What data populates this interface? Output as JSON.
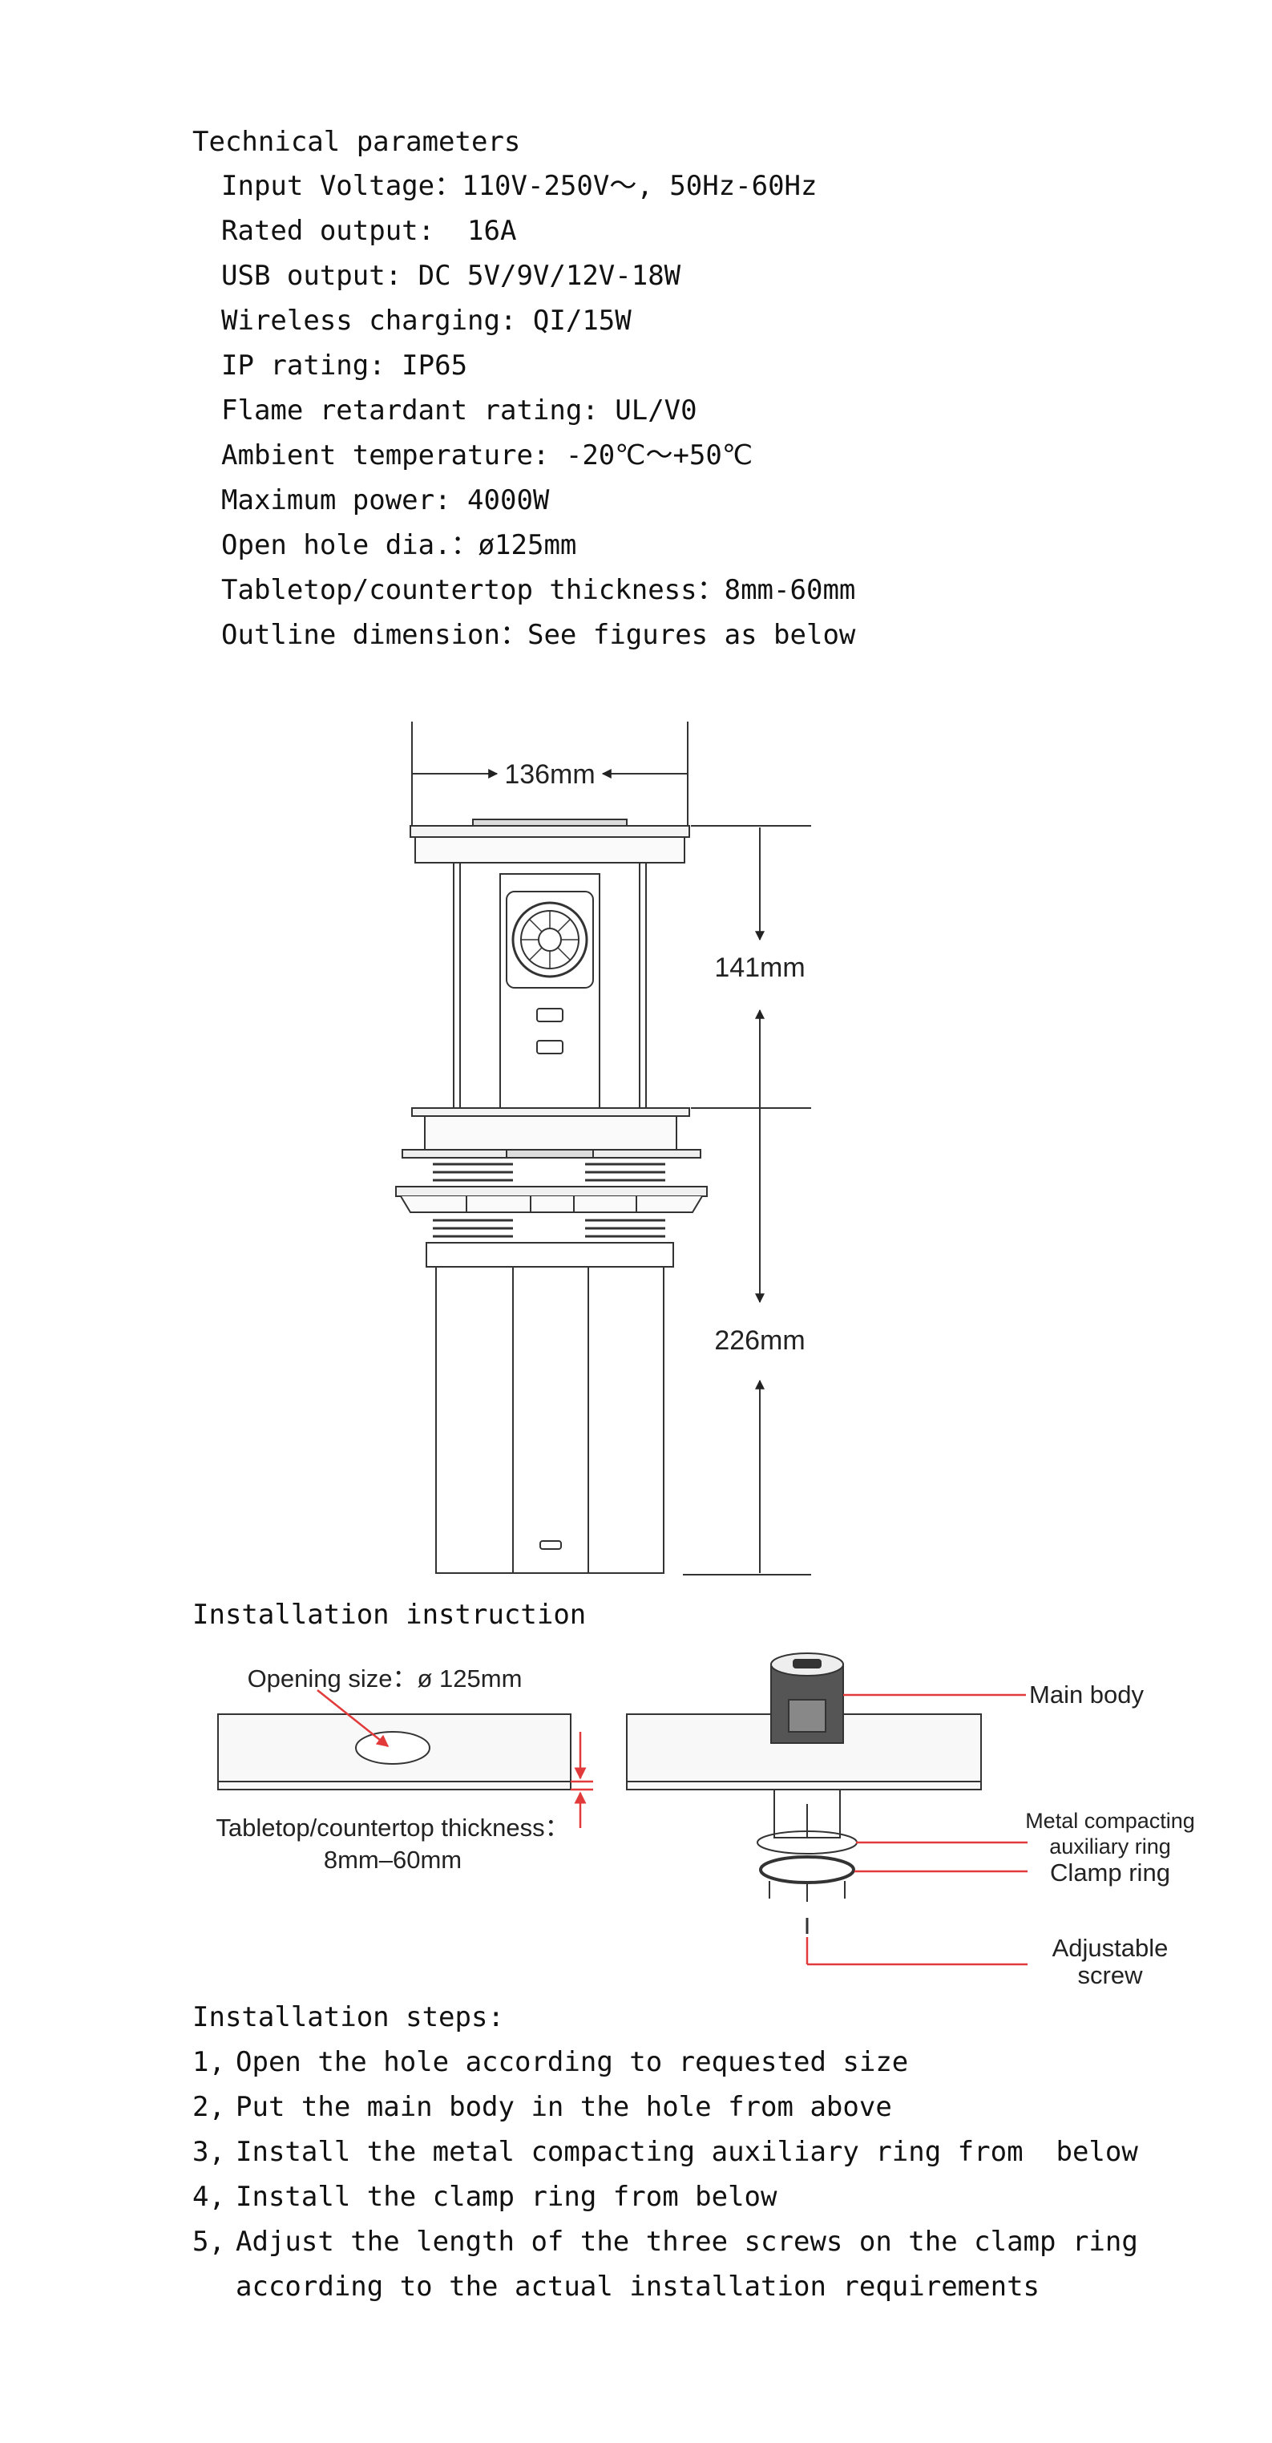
{
  "technical": {
    "title": "Technical parameters",
    "items": [
      "Input Voltage：110V-250V～, 50Hz-60Hz",
      "Rated output:  16A",
      "USB output: DC 5V/9V/12V-18W",
      "Wireless charging: QI/15W",
      "IP rating: IP65",
      "Flame retardant rating: UL/V0",
      "Ambient temperature: -20℃～+50℃",
      "Maximum power: 4000W",
      "Open hole dia.：ø125mm",
      "Tabletop/countertop thickness：8mm-60mm",
      "Outline dimension：See figures as below"
    ]
  },
  "dimensions": {
    "width": "136mm",
    "upper_height": "141mm",
    "lower_height": "226mm"
  },
  "installation": {
    "title": "Installation instruction",
    "opening_size": "Opening size：ø 125mm",
    "thickness_line1": "Tabletop/countertop thickness：",
    "thickness_line2": "8mm–60mm",
    "labels": {
      "main_body": "Main body",
      "metal_ring_line1": "Metal compacting",
      "metal_ring_line2": "auxiliary ring",
      "clamp_ring": "Clamp ring",
      "screw_line1": "Adjustable",
      "screw_line2": "screw"
    },
    "label_color": "#e23a3a"
  },
  "steps": {
    "title": "Installation steps:",
    "items": [
      {
        "num": "1,",
        "text": "Open the hole according to requested size"
      },
      {
        "num": "2,",
        "text": "Put the main body in the hole from above"
      },
      {
        "num": "3,",
        "text": "Install the metal compacting auxiliary ring from  below"
      },
      {
        "num": "4,",
        "text": "Install the clamp ring from below"
      },
      {
        "num": "5,",
        "text": "Adjust the length of the three screws on the clamp ring"
      }
    ],
    "continuation": "according to the actual installation requirements"
  }
}
